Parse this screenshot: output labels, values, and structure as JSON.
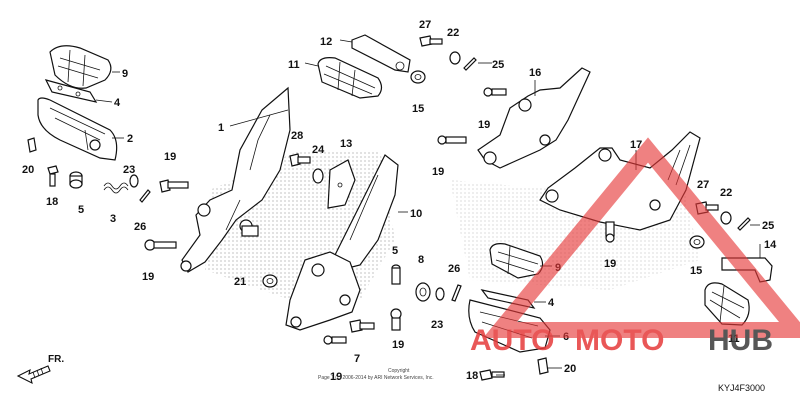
{
  "diagram": {
    "code": "KYJ4F3000",
    "copyright_line1": "Copyright",
    "copyright_line2": "Page 1 (c) 2006-2014 by ARI Network Services, Inc.",
    "direction_label": "FR.",
    "watermark": {
      "part1": "AUTO",
      "part2": "MOTO",
      "part3": "HUB"
    },
    "colors": {
      "watermark_red": "#e63a3a",
      "watermark_gray": "#3a3a3a",
      "hatch": "#9a9a9a",
      "line": "#111111"
    }
  },
  "callouts": [
    {
      "label": "9"
    },
    {
      "label": "4"
    },
    {
      "label": "2"
    },
    {
      "label": "20"
    },
    {
      "label": "18"
    },
    {
      "label": "5"
    },
    {
      "label": "3"
    },
    {
      "label": "23"
    },
    {
      "label": "26"
    },
    {
      "label": "19"
    },
    {
      "label": "1"
    },
    {
      "label": "19"
    },
    {
      "label": "28"
    },
    {
      "label": "24"
    },
    {
      "label": "13"
    },
    {
      "label": "10"
    },
    {
      "label": "12"
    },
    {
      "label": "11"
    },
    {
      "label": "27"
    },
    {
      "label": "22"
    },
    {
      "label": "25"
    },
    {
      "label": "15"
    },
    {
      "label": "19"
    },
    {
      "label": "16"
    },
    {
      "label": "19"
    },
    {
      "label": "17"
    },
    {
      "label": "27"
    },
    {
      "label": "22"
    },
    {
      "label": "25"
    },
    {
      "label": "14"
    },
    {
      "label": "15"
    },
    {
      "label": "19"
    },
    {
      "label": "9"
    },
    {
      "label": "4"
    },
    {
      "label": "11"
    },
    {
      "label": "6"
    },
    {
      "label": "20"
    },
    {
      "label": "18"
    },
    {
      "label": "21"
    },
    {
      "label": "5"
    },
    {
      "label": "8"
    },
    {
      "label": "26"
    },
    {
      "label": "23"
    },
    {
      "label": "19"
    },
    {
      "label": "7"
    },
    {
      "label": "19"
    }
  ]
}
